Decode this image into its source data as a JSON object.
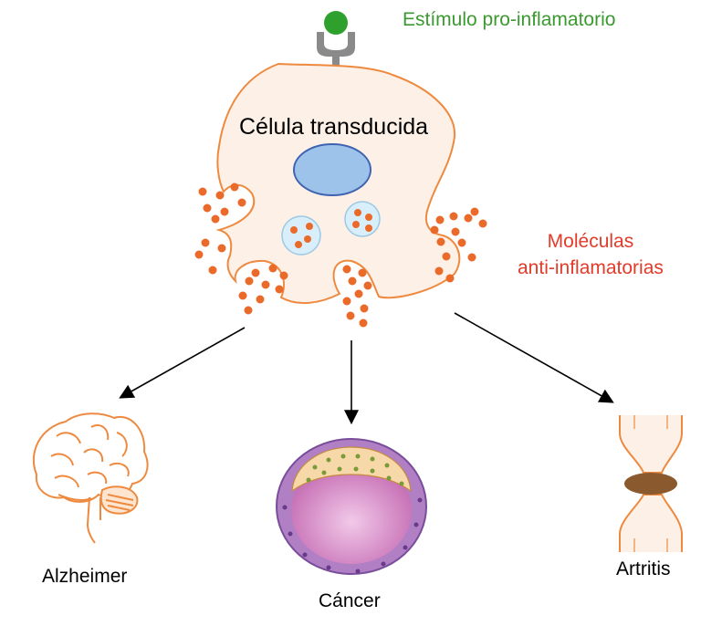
{
  "labels": {
    "stimulus": "Estímulo pro-inflamatorio",
    "cell": "Célula transducida",
    "molecules_line1": "Moléculas",
    "molecules_line2": "anti-inflamatorias",
    "alzheimer": "Alzheimer",
    "cancer": "Cáncer",
    "arthritis": "Artritis"
  },
  "colors": {
    "stimulus": "#3a9a2f",
    "molecules": "#e23b2a",
    "cell_fill": "#fdf0e6",
    "cell_stroke": "#ee8a40",
    "dots": "#ea6a2a",
    "nucleus": "#9ec3ea",
    "receptor": "#8a8a8a",
    "joint_disc": "#8a5a2e",
    "tumor_wall": "#b07fc4",
    "tumor_core": "#d98fc8"
  }
}
